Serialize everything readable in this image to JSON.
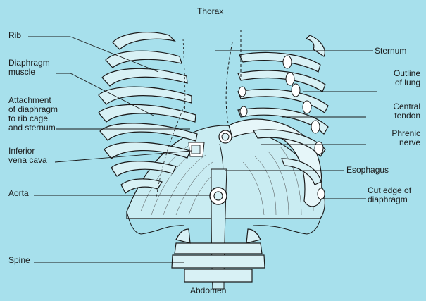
{
  "title_top": "Thorax",
  "title_bottom": "Abdomen",
  "labels_left": {
    "rib": "Rib",
    "diaphragm_muscle": "Diaphragm\nmuscle",
    "attachment": "Attachment\nof diaphragm\nto rib cage\nand sternum",
    "ivc": "Inferior\nvena cava",
    "aorta": "Aorta",
    "spine": "Spine"
  },
  "labels_right": {
    "sternum": "Sternum",
    "outline_lung": "Outline\nof lung",
    "central_tendon": "Central\ntendon",
    "phrenic_nerve": "Phrenic\nnerve",
    "esophagus": "Esophagus",
    "cut_edge": "Cut edge of\ndiaphragm"
  },
  "colors": {
    "background": "#a7e0ec",
    "line": "#1a1a1a",
    "muscle": "#c9ecf2",
    "bone": "#d8f1f5"
  }
}
